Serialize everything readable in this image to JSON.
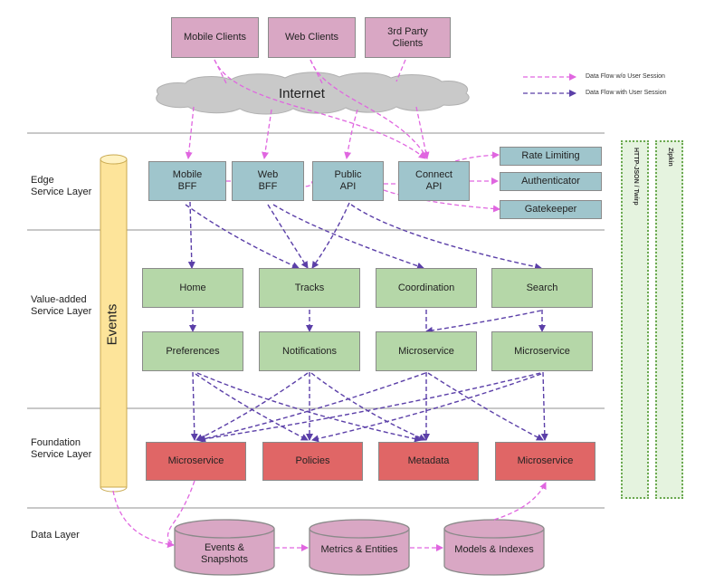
{
  "clients": {
    "mobile": "Mobile Clients",
    "web": "Web Clients",
    "third_party": "3rd Party\nClients"
  },
  "internet": "Internet",
  "legend": {
    "without_session": "Data Flow w/o User Session",
    "with_session": "Data Flow with User Session"
  },
  "layers": {
    "edge": "Edge\nService Layer",
    "value_added": "Value-added\nService Layer",
    "foundation": "Foundation\nService Layer",
    "data": "Data Layer"
  },
  "events": "Events",
  "edge_services": {
    "mobile_bff": "Mobile\nBFF",
    "web_bff": "Web\nBFF",
    "public_api": "Public\nAPI",
    "connect_api": "Connect\nAPI",
    "rate_limiting": "Rate Limiting",
    "authenticator": "Authenticator",
    "gatekeeper": "Gatekeeper"
  },
  "value_services": {
    "home": "Home",
    "tracks": "Tracks",
    "coordination": "Coordination",
    "search": "Search",
    "preferences": "Preferences",
    "notifications": "Notifications",
    "microservice_1": "Microservice",
    "microservice_2": "Microservice"
  },
  "foundation_services": {
    "microservice_1": "Microservice",
    "policies": "Policies",
    "metadata": "Metadata",
    "microservice_2": "Microservice"
  },
  "data_stores": {
    "events_snapshots": "Events &\nSnapshots",
    "metrics_entities": "Metrics & Entities",
    "models_indexes": "Models & Indexes"
  },
  "side_panels": {
    "transport": "HTTP-JSON / Twirp",
    "tracing": "Zipkin"
  },
  "colors": {
    "without_session": "#e066e0",
    "with_session": "#5b3fa8",
    "client": "#d9a7c4",
    "edge": "#9fc5cc",
    "value_added": "#b5d7a8",
    "foundation": "#e06666",
    "events": "#fde49a"
  }
}
